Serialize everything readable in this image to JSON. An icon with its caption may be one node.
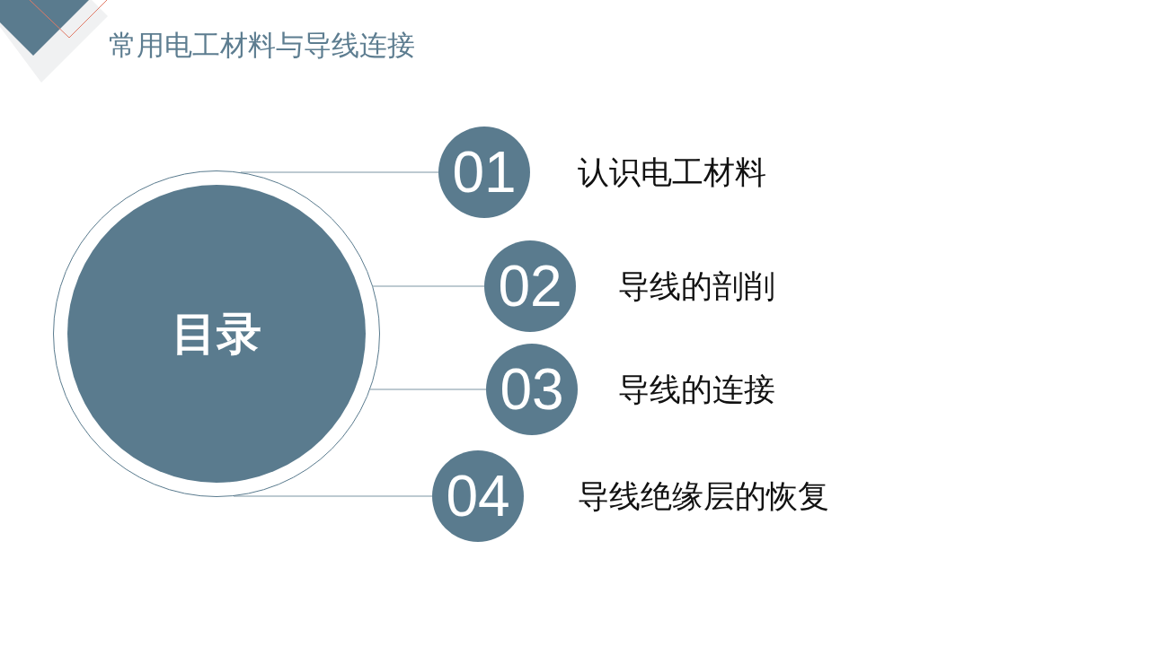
{
  "diagram": {
    "title": "常用电工材料与导线连接",
    "nodes": [
      {
        "text": [
          "目录"
        ]
      },
      {
        "text": [
          "01"
        ],
        "beside": [
          "认识电工材料"
        ]
      },
      {
        "text": [
          "02"
        ],
        "beside": [
          "导线的剖削"
        ]
      },
      {
        "text": [
          "03"
        ],
        "beside": [
          "导线的连接"
        ]
      },
      {
        "text": [
          "04"
        ],
        "beside": [
          "导线绝缘层的恢复"
        ]
      }
    ],
    "edges": [
      {
        "from": 0,
        "to": 1,
        "arrow": "none"
      },
      {
        "from": 0,
        "to": 2,
        "arrow": "none"
      },
      {
        "from": 0,
        "to": 3,
        "arrow": "none"
      },
      {
        "from": 0,
        "to": 4,
        "arrow": "none"
      }
    ]
  }
}
